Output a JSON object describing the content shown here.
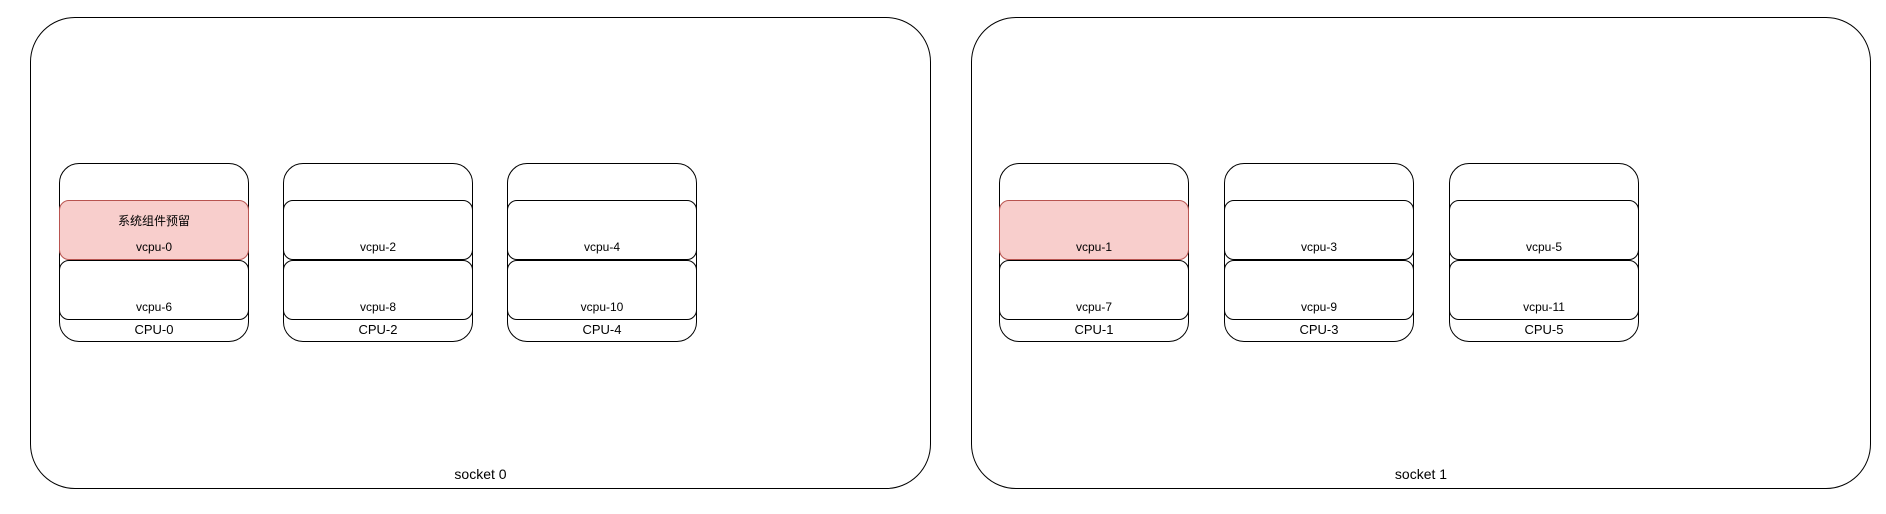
{
  "highlight": {
    "fill": "#f8cecc",
    "stroke": "#b85450"
  },
  "sockets": [
    {
      "label": "socket 0",
      "cpus": [
        {
          "label": "CPU-0",
          "cells": [
            {
              "label": "vcpu-0",
              "highlighted": true,
              "note": "系统组件预留"
            },
            {
              "label": "vcpu-6",
              "highlighted": false
            }
          ]
        },
        {
          "label": "CPU-2",
          "cells": [
            {
              "label": "vcpu-2",
              "highlighted": false
            },
            {
              "label": "vcpu-8",
              "highlighted": false
            }
          ]
        },
        {
          "label": "CPU-4",
          "cells": [
            {
              "label": "vcpu-4",
              "highlighted": false
            },
            {
              "label": "vcpu-10",
              "highlighted": false
            }
          ]
        }
      ]
    },
    {
      "label": "socket 1",
      "cpus": [
        {
          "label": "CPU-1",
          "cells": [
            {
              "label": "vcpu-1",
              "highlighted": true
            },
            {
              "label": "vcpu-7",
              "highlighted": false
            }
          ]
        },
        {
          "label": "CPU-3",
          "cells": [
            {
              "label": "vcpu-3",
              "highlighted": false
            },
            {
              "label": "vcpu-9",
              "highlighted": false
            }
          ]
        },
        {
          "label": "CPU-5",
          "cells": [
            {
              "label": "vcpu-5",
              "highlighted": false
            },
            {
              "label": "vcpu-11",
              "highlighted": false
            }
          ]
        }
      ]
    }
  ]
}
